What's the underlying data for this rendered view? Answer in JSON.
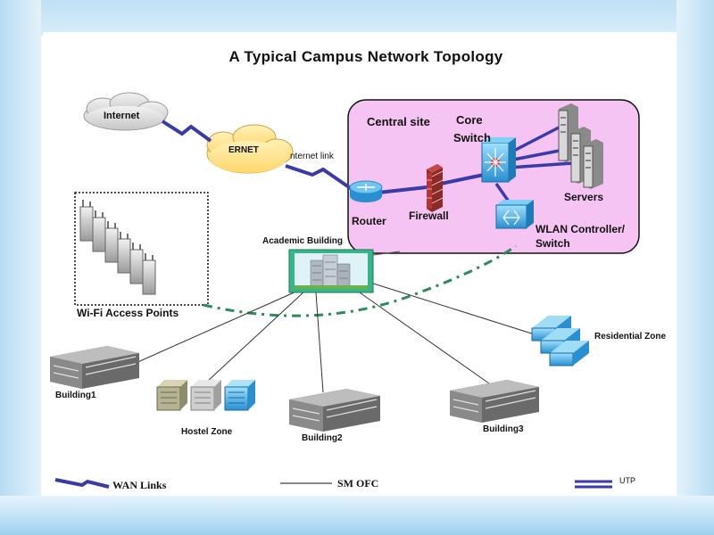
{
  "title": "A Typical  Campus Network Topology",
  "clouds": {
    "internet": "Internet",
    "ernet": "ERNET"
  },
  "central": {
    "site_label": "Central site",
    "core_switch": "Core\nSwitch",
    "core_word": "Core",
    "switch_word": "Switch",
    "servers": "Servers",
    "firewall": "Firewall",
    "router": "Router",
    "wlan_line1": "WLAN Controller/",
    "wlan_line2": "Switch",
    "internet_link": "nternet link"
  },
  "academic": "Academic Building",
  "wifi": "Wi-Fi Access Points",
  "zones": {
    "residential": "Residential Zone",
    "building1": "Building1",
    "hostel": "Hostel Zone",
    "building2": "Building2",
    "building3": "Building3"
  },
  "legend": {
    "wan": "WAN Links",
    "sm": "SM OFC",
    "utp": "UTP"
  },
  "colors": {
    "central_fill": "#f6c4f2",
    "wan_link": "#3a3aa8",
    "utp": "#6a6ab8",
    "wireless_dash": "#2e8a5a",
    "switch_blue": "#3fa6dc"
  }
}
